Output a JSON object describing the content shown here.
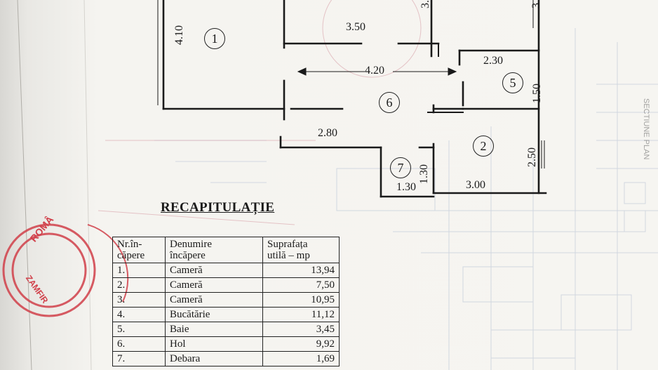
{
  "plan": {
    "dimensions": {
      "room1_height": "4.10",
      "room3_width": "3.50",
      "hall_width": "4.20",
      "room5_width": "2.30",
      "room5_height": "1.50",
      "hall_lower": "2.80",
      "room2_height": "2.50",
      "room2_width": "3.00",
      "room7_width": "1.30",
      "room7_height": "1.30",
      "top_partial_1": "3.",
      "top_partial_2": "3."
    },
    "room_numbers": {
      "r1": "1",
      "r2": "2",
      "r5": "5",
      "r6": "6",
      "r7": "7"
    }
  },
  "recap": {
    "title": "RECAPITULAȚIE",
    "headers": {
      "nr": [
        "Nr.în-",
        "căpere"
      ],
      "name": [
        "Denumire",
        "încăpere"
      ],
      "area": [
        "Suprafața",
        "utilă – mp"
      ]
    },
    "rows": [
      {
        "nr": "1.",
        "name": "Cameră",
        "area": "13,94"
      },
      {
        "nr": "2.",
        "name": "Cameră",
        "area": "7,50"
      },
      {
        "nr": "3.",
        "name": "Cameră",
        "area": "10,95"
      },
      {
        "nr": "4.",
        "name": "Bucătărie",
        "area": "11,12"
      },
      {
        "nr": "5.",
        "name": "Baie",
        "area": "3,45"
      },
      {
        "nr": "6.",
        "name": "Hol",
        "area": "9,92"
      },
      {
        "nr": "7.",
        "name": "Debara",
        "area": "1,69"
      }
    ]
  },
  "stamp": {
    "top": "ROMÂ",
    "name": "ZAMFIR"
  },
  "colors": {
    "ink": "#1a1a1a",
    "stamp": "#d1404a",
    "bg_lines": "#c9d0dd"
  }
}
